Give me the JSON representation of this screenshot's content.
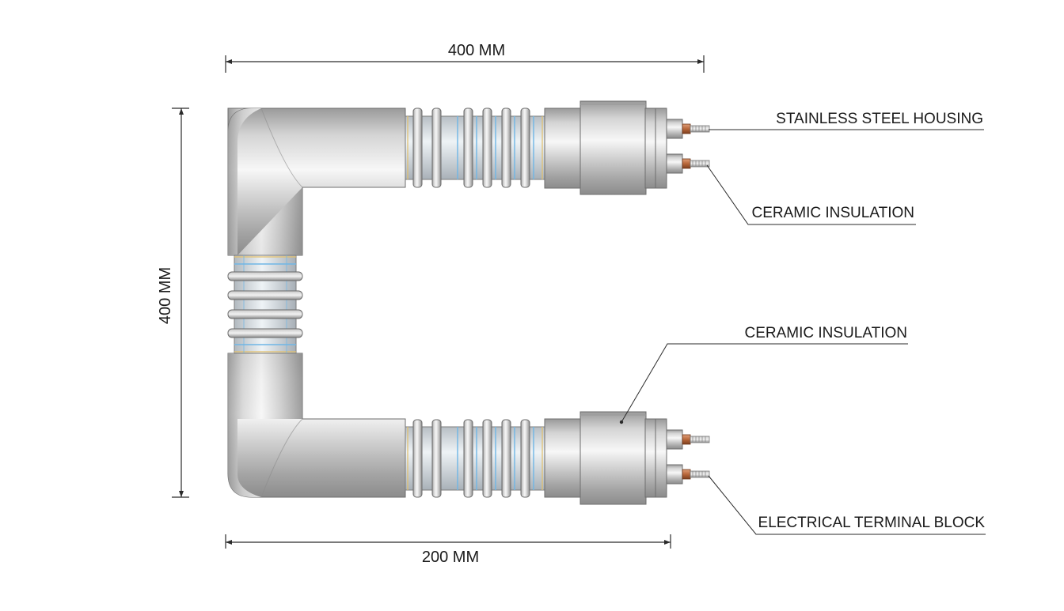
{
  "dimensions": {
    "top_width": "400 MM",
    "left_height": "400 MM",
    "bottom_width": "200 MM"
  },
  "callouts": {
    "housing": "STAINLESS STEEL HOUSING",
    "insulation_top": "CERAMIC INSULATION",
    "insulation_mid": "CERAMIC INSULATION",
    "terminal_block": "ELECTRICAL TERMINAL BLOCK"
  },
  "colors": {
    "steel_light": "#f2f2f2",
    "steel_mid": "#b9b9b9",
    "steel_dark": "#8a8a8a",
    "ceramic_blue": "#6fb6e6",
    "insulation_amber": "#e3bf6a",
    "copper": "#b8673a"
  }
}
